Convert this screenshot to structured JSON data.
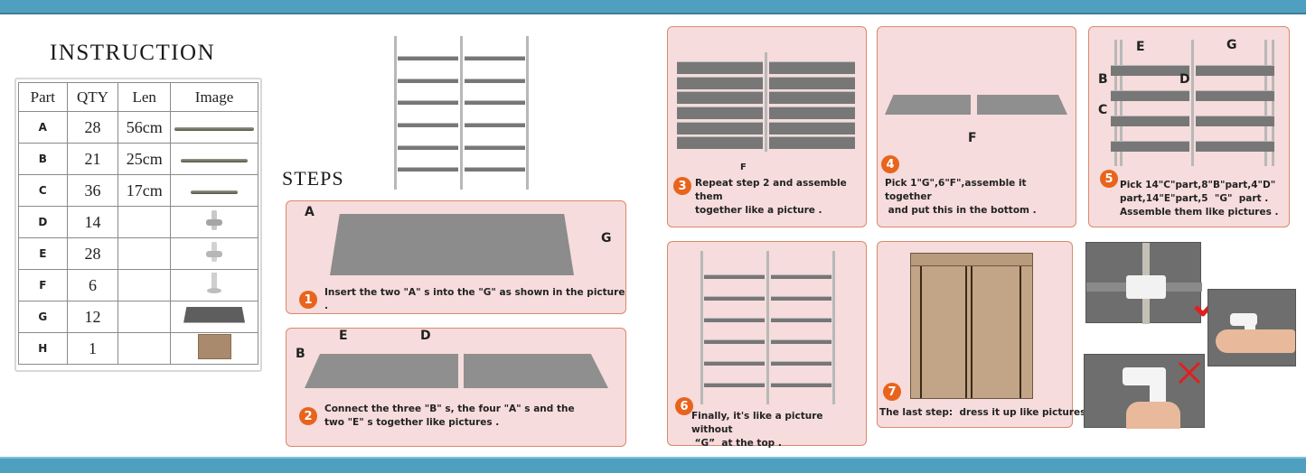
{
  "header": {
    "instruction_title": "INSTRUCTION",
    "steps_title": "STEPS"
  },
  "colors": {
    "band": "#4fa0c0",
    "panel_bg": "#f6dcdc",
    "panel_border": "#d98a6c",
    "badge": "#e8641c",
    "check": "#e0201c",
    "cross": "#e0201c"
  },
  "parts_table": {
    "headers": [
      "Part",
      "QTY",
      "Len",
      "Image"
    ],
    "rows": [
      {
        "part": "A",
        "qty": "28",
        "len": "56cm",
        "image": "long-rod-icon"
      },
      {
        "part": "B",
        "qty": "21",
        "len": "25cm",
        "image": "medium-rod-icon"
      },
      {
        "part": "C",
        "qty": "36",
        "len": "17cm",
        "image": "short-rod-icon"
      },
      {
        "part": "D",
        "qty": "14",
        "len": "",
        "image": "four-way-connector-icon"
      },
      {
        "part": "E",
        "qty": "28",
        "len": "",
        "image": "three-way-connector-icon"
      },
      {
        "part": "F",
        "qty": "6",
        "len": "",
        "image": "foot-icon"
      },
      {
        "part": "G",
        "qty": "12",
        "len": "",
        "image": "shelf-panel-icon"
      },
      {
        "part": "H",
        "qty": "1",
        "len": "",
        "image": "cover-icon"
      }
    ]
  },
  "steps": [
    {
      "number": "1",
      "text": "Insert the two \"A\" s into the \"G\" as shown in the picture .",
      "labels": [
        "A",
        "G"
      ]
    },
    {
      "number": "2",
      "text_line1": "Connect the three \"B\" s, the four \"A\" s and the",
      "text_line2": "two \"E\" s together like pictures .",
      "labels": [
        "B",
        "E",
        "D"
      ]
    },
    {
      "number": "3",
      "text_line1": "Repeat step 2 and assemble them",
      "text_line2": "together like a picture .",
      "labels": [
        "F"
      ]
    },
    {
      "number": "4",
      "text_line1": "Pick 1\"G\",6\"F\",assemble it together",
      "text_line2": " and put this in the bottom .",
      "labels": [
        "F"
      ]
    },
    {
      "number": "5",
      "text_line1": "Pick 14\"C\"part,8\"B\"part,4\"D\"",
      "text_line2": "part,14\"E\"part,5  \"G\"  part .",
      "text_line3": "Assemble them like pictures .",
      "labels": [
        "E",
        "G",
        "B",
        "D",
        "C"
      ]
    },
    {
      "number": "6",
      "text_line1": "Finally, it's like a picture without",
      "text_line2": " “G”  at the top .",
      "labels": []
    },
    {
      "number": "7",
      "text": "The last step:  dress it up like pictures.",
      "labels": []
    }
  ],
  "connector_tips": {
    "correct": "check-mark-icon",
    "wrong": "cross-mark-icon"
  }
}
